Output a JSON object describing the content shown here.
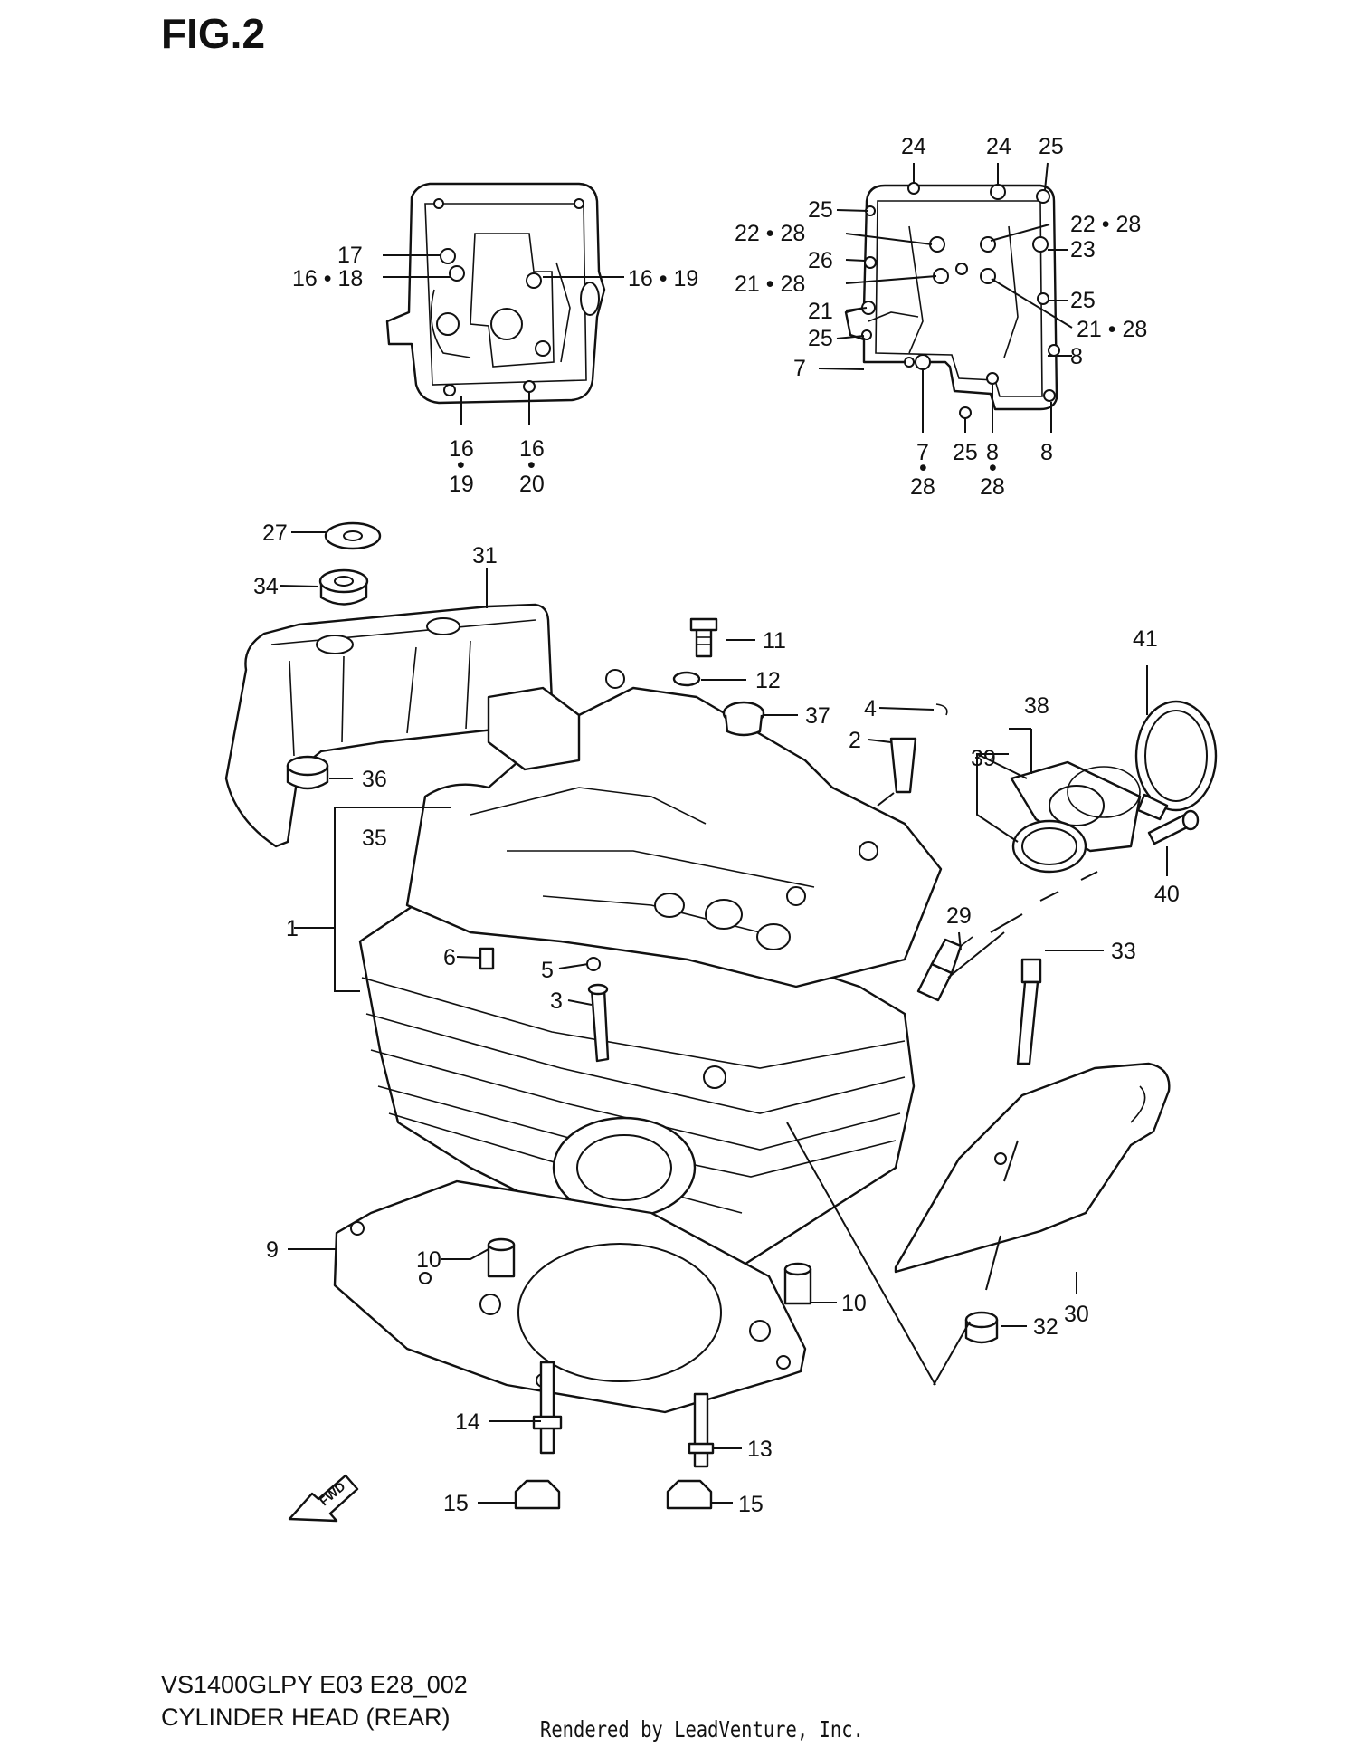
{
  "figure": {
    "title": "FIG.2",
    "model": "VS1400GLPY E03 E28_002",
    "caption": "CYLINDER HEAD (REAR)",
    "rendered_by": "Rendered by LeadVenture, Inc.",
    "fwd_label": "FWD"
  },
  "callouts": {
    "c1": "1",
    "c2": "2",
    "c3": "3",
    "c4": "4",
    "c5": "5",
    "c6": "6",
    "c9": "9",
    "c10a": "10",
    "c10b": "10",
    "c11": "11",
    "c12": "12",
    "c13": "13",
    "c14": "14",
    "c15a": "15",
    "c15b": "15",
    "c27": "27",
    "c29": "29",
    "c30": "30",
    "c31": "31",
    "c32": "32",
    "c33": "33",
    "c34": "34",
    "c35": "35",
    "c36": "36",
    "c37": "37",
    "c38": "38",
    "c39": "39",
    "c40": "40",
    "c41": "41",
    "d17": "17",
    "d16_18": "16 • 18",
    "d16_19": "16 • 19",
    "d16a": "16",
    "d19": "19",
    "d16b": "16",
    "d20": "20",
    "ddotA": "•",
    "ddotB": "•",
    "e24a": "24",
    "e24b": "24",
    "e25a": "25",
    "e25b": "25",
    "e22_28a": "22 • 28",
    "e22_28b": "22 • 28",
    "e26": "26",
    "e23": "23",
    "e21_28a": "21 • 28",
    "e21": "21",
    "e25c": "25",
    "e21_28b": "21 • 28",
    "e25d": "25",
    "e7a": "7",
    "e8a": "8",
    "e7b": "7",
    "e28a": "28",
    "e25e": "25",
    "e8b": "8",
    "e28b": "28",
    "e8c": "8",
    "edotA": "•",
    "edotB": "•"
  },
  "colors": {
    "ink": "#111111",
    "paper": "#ffffff"
  }
}
